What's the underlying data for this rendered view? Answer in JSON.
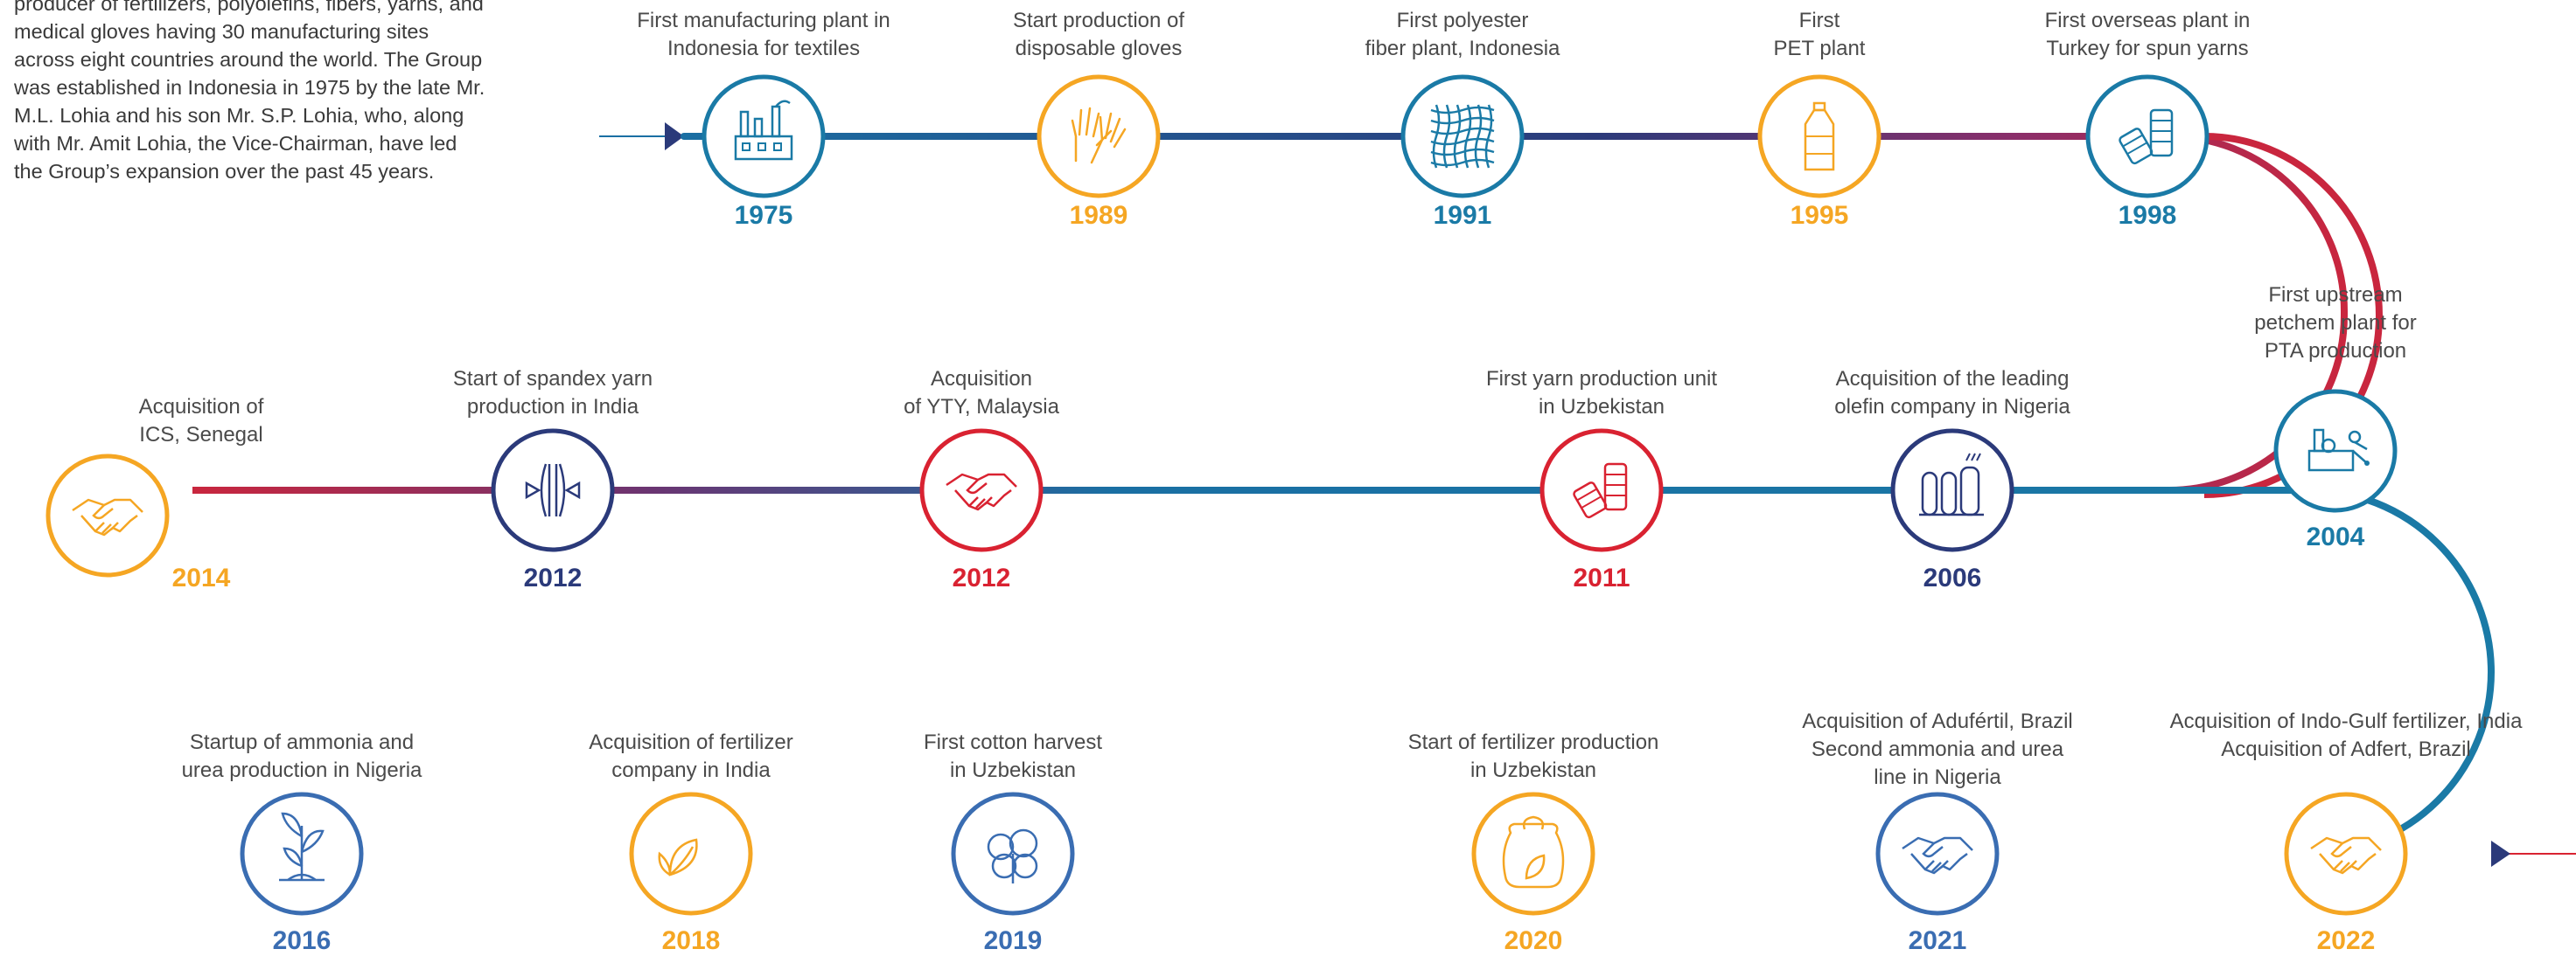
{
  "intro_text": "producer of fertilizers, polyolefins, fibers, yarns, and medical gloves having 30 manufacturing sites across eight countries around the world. The Group was established in Indonesia in 1975 by the late Mr. M.L. Lohia and his son Mr. S.P. Lohia, who, along with Mr. Amit Lohia, the Vice-Chairman, have led the Group’s expansion over the past 45 years.",
  "milestones": [
    {
      "year": "1975",
      "caption": "First manufacturing plant in\nIndonesia for textiles",
      "icon": "factory-icon",
      "color": "#1a7aa6"
    },
    {
      "year": "1989",
      "caption": "Start production of\ndisposable gloves",
      "icon": "gloves-icon",
      "color": "#f5a623"
    },
    {
      "year": "1991",
      "caption": "First polyester\nfiber plant, Indonesia",
      "icon": "fiber-mesh-icon",
      "color": "#1a7aa6"
    },
    {
      "year": "1995",
      "caption": "First\nPET plant",
      "icon": "pet-bottle-icon",
      "color": "#f5a623"
    },
    {
      "year": "1998",
      "caption": "First overseas plant in\nTurkey for spun yarns",
      "icon": "yarn-spools-icon",
      "color": "#1a7aa6"
    },
    {
      "year": "2004",
      "caption": "First upstream\npetchem plant for\nPTA production",
      "icon": "petchem-plant-icon",
      "color": "#1a7aa6"
    },
    {
      "year": "2006",
      "caption": "Acquisition of the leading\nolefin company in Nigeria",
      "icon": "storage-tanks-icon",
      "color": "#2b3a7a"
    },
    {
      "year": "2011",
      "caption": "First yarn production unit\nin Uzbekistan",
      "icon": "yarn-spools-icon",
      "color": "#d92231"
    },
    {
      "year": "2012",
      "caption": "Acquisition\nof YTY, Malaysia",
      "icon": "handshake-icon",
      "color": "#d92231"
    },
    {
      "year": "2012",
      "caption": "Start of spandex yarn\nproduction in India",
      "icon": "spandex-stretch-icon",
      "color": "#2b3a7a"
    },
    {
      "year": "2014",
      "caption": "Acquisition of\nICS, Senegal",
      "icon": "handshake-icon",
      "color": "#f5a623"
    },
    {
      "year": "2016",
      "caption": "Startup of ammonia and\nurea production in Nigeria",
      "icon": "sprout-icon",
      "color": "#3a6db2"
    },
    {
      "year": "2018",
      "caption": "Acquisition of fertilizer\ncompany in India",
      "icon": "leaf-icon",
      "color": "#f5a623"
    },
    {
      "year": "2019",
      "caption": "First cotton harvest\nin Uzbekistan",
      "icon": "cotton-icon",
      "color": "#3a6db2"
    },
    {
      "year": "2020",
      "caption": "Start of fertilizer production\nin Uzbekistan",
      "icon": "fertilizer-sack-icon",
      "color": "#f5a623"
    },
    {
      "year": "2021",
      "caption": "Acquisition of Adufértil, Brazil\nSecond ammonia and urea\nline in Nigeria",
      "icon": "handshake-icon",
      "color": "#3a6db2"
    },
    {
      "year": "2022",
      "caption": "Acquisition of Indo-Gulf fertilizer, India\nAcquisition of Adfert, Brazil",
      "icon": "handshake-icon",
      "color": "#f5a623"
    }
  ]
}
